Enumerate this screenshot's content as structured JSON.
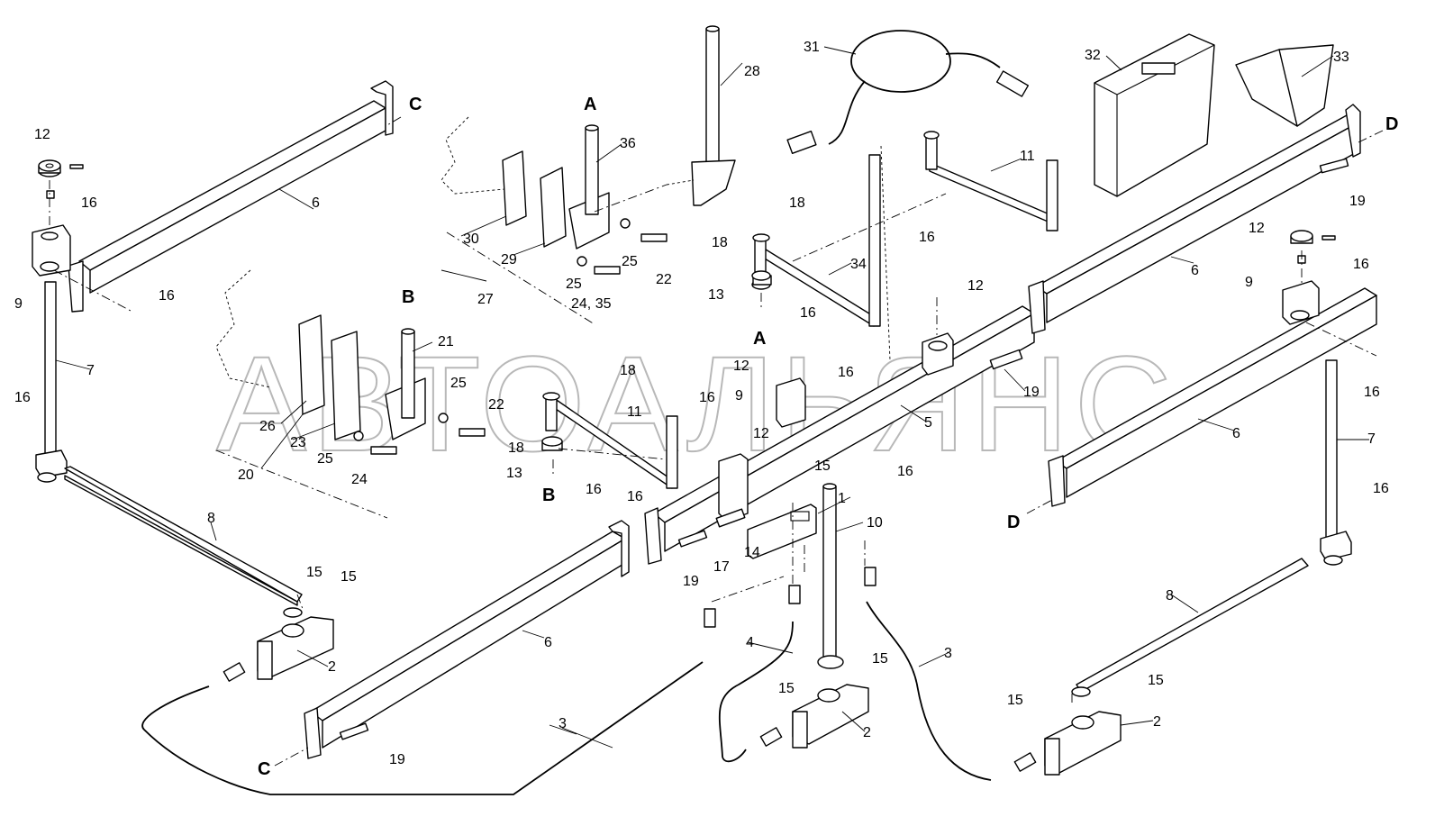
{
  "watermark": "АВТОАЛЬЯНС",
  "callouts": {
    "n1": "1",
    "n2a": "2",
    "n2b": "2",
    "n2c": "2",
    "n3a": "3",
    "n3b": "3",
    "n4": "4",
    "n5": "5",
    "n6a": "6",
    "n6b": "6",
    "n6c": "6",
    "n6d": "6",
    "n7a": "7",
    "n7b": "7",
    "n8a": "8",
    "n8b": "8",
    "n9a": "9",
    "n9b": "9",
    "n9c": "9",
    "n10": "10",
    "n11a": "11",
    "n11b": "11",
    "n12a": "12",
    "n12b": "12",
    "n12c": "12",
    "n12d": "12",
    "n12e": "12",
    "n13a": "13",
    "n13b": "13",
    "n14": "14",
    "n15a": "15",
    "n15b": "15",
    "n15c": "15",
    "n15d": "15",
    "n15e": "15",
    "n15f": "15",
    "n15g": "15",
    "n16a": "16",
    "n16b": "16",
    "n16c": "16",
    "n16d": "16",
    "n16e": "16",
    "n16f": "16",
    "n16g": "16",
    "n16h": "16",
    "n16i": "16",
    "n16j": "16",
    "n16k": "16",
    "n16l": "16",
    "n16m": "16",
    "n17": "17",
    "n18a": "18",
    "n18b": "18",
    "n18c": "18",
    "n18d": "18",
    "n19a": "19",
    "n19b": "19",
    "n19c": "19",
    "n19d": "19",
    "n20": "20",
    "n21": "21",
    "n22a": "22",
    "n22b": "22",
    "n23": "23",
    "n24a": "24",
    "n24b": "24, 35",
    "n25a": "25",
    "n25b": "25",
    "n25c": "25",
    "n25d": "25",
    "n26": "26",
    "n27": "27",
    "n28": "28",
    "n29": "29",
    "n30": "30",
    "n31": "31",
    "n32": "32",
    "n33": "33",
    "n34": "34",
    "n36": "36"
  },
  "view_letters": {
    "A_top": "A",
    "A_mid": "A",
    "B_top": "B",
    "B_bot": "B",
    "C_top": "C",
    "C_bot": "C",
    "D_top": "D",
    "D_bot": "D"
  }
}
